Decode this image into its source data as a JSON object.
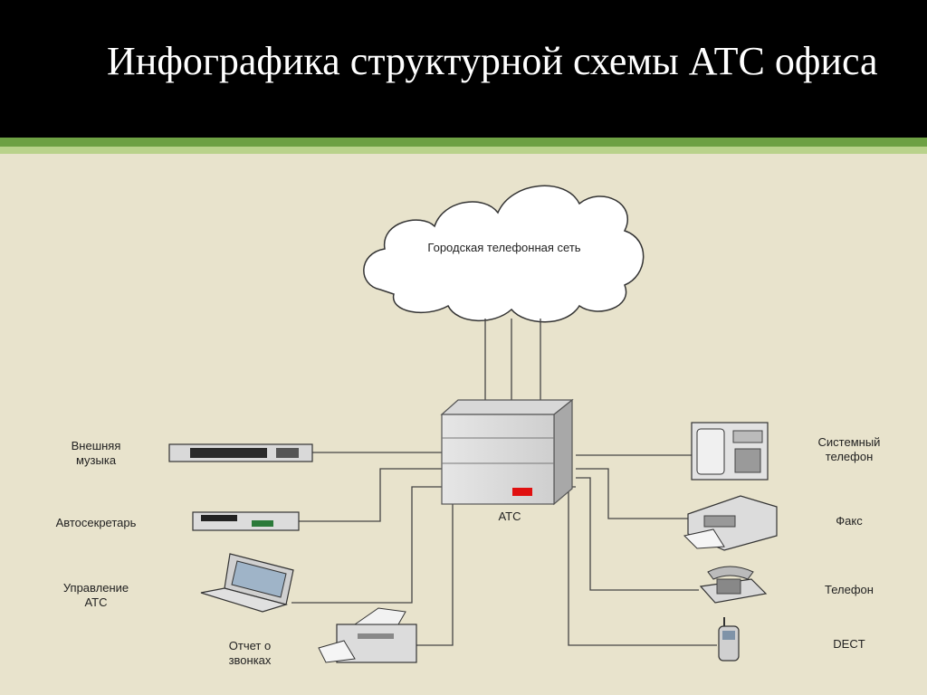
{
  "header": {
    "title": "Инфографика структурной схемы АТС офиса"
  },
  "diagram": {
    "cloud_label": "Городская телефонная сеть",
    "pbx_label": "АТС",
    "left_devices": {
      "music": [
        "Внешняя",
        "музыка"
      ],
      "autosecretary": "Автосекретарь",
      "management": [
        "Управление",
        "АТС"
      ],
      "report": [
        "Отчет о",
        "звонках"
      ]
    },
    "right_devices": {
      "system_phone": [
        "Системный",
        "телефон"
      ],
      "fax": "Факс",
      "phone": "Телефон",
      "dect": "DECT"
    }
  },
  "colors": {
    "header_bg": "#000000",
    "accent": "#6da043",
    "background": "#e8e3cc",
    "pbx_indicator": "#e01010"
  }
}
